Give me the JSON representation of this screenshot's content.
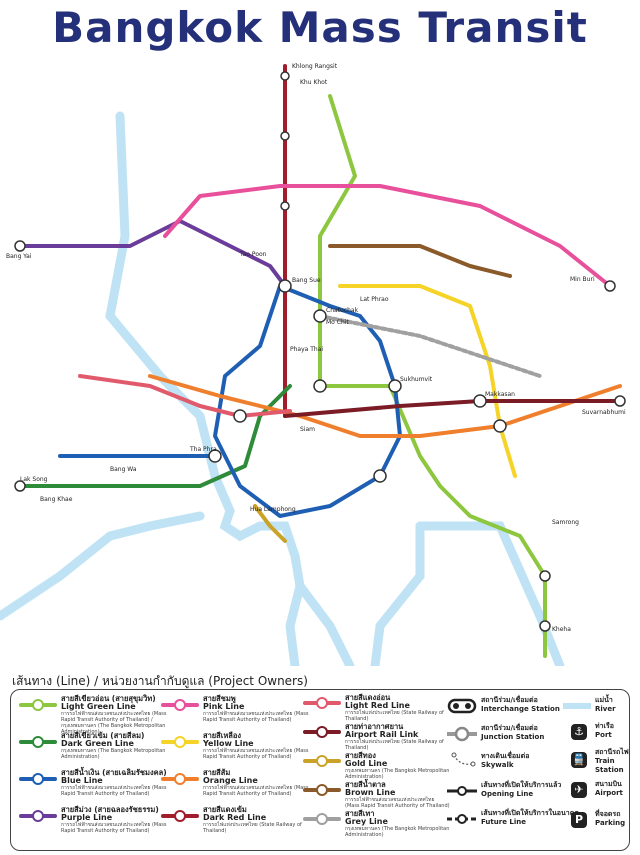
{
  "title": "Bangkok Mass Transit",
  "legend": {
    "heading": "เส้นทาง (Line) / หน่วยงานกำกับดูแล (Project Owners)",
    "lines": [
      {
        "th": "สายสีเขียวอ่อน (สายสุขุมวิท)",
        "en": "Light Green Line",
        "owner": "การรถไฟฟ้าขนส่งมวลชนแห่งประเทศไทย (Mass Rapid Transit Authority of Thailand) / กรุงเทพมหานคร (The Bangkok Metropolitan Administration)",
        "color": "#8dc63f"
      },
      {
        "th": "สายสีเขียวเข้ม (สายสีลม)",
        "en": "Dark Green Line",
        "owner": "กรุงเทพมหานคร (The Bangkok Metropolitan Administration)",
        "color": "#2e8b3a"
      },
      {
        "th": "สายสีน้ำเงิน (สายเฉลิมรัชมงคล)",
        "en": "Blue Line",
        "owner": "การรถไฟฟ้าขนส่งมวลชนแห่งประเทศไทย (Mass Rapid Transit Authority of Thailand)",
        "color": "#1e5fb4"
      },
      {
        "th": "สายสีม่วง (สายฉลองรัชธรรม)",
        "en": "Purple Line",
        "owner": "การรถไฟฟ้าขนส่งมวลชนแห่งประเทศไทย (Mass Rapid Transit Authority of Thailand)",
        "color": "#6a3d9a"
      },
      {
        "th": "สายสีชมพู",
        "en": "Pink Line",
        "owner": "การรถไฟฟ้าขนส่งมวลชนแห่งประเทศไทย (Mass Rapid Transit Authority of Thailand)",
        "color": "#e8509b"
      },
      {
        "th": "สายสีเหลือง",
        "en": "Yellow Line",
        "owner": "การรถไฟฟ้าขนส่งมวลชนแห่งประเทศไทย (Mass Rapid Transit Authority of Thailand)",
        "color": "#f5d327"
      },
      {
        "th": "สายสีส้ม",
        "en": "Orange Line",
        "owner": "การรถไฟฟ้าขนส่งมวลชนแห่งประเทศไทย (Mass Rapid Transit Authority of Thailand)",
        "color": "#f07f2d"
      },
      {
        "th": "สายสีแดงเข้ม",
        "en": "Dark Red Line",
        "owner": "การรถไฟแห่งประเทศไทย (State Railway of Thailand)",
        "color": "#a11d2b"
      },
      {
        "th": "สายสีแดงอ่อน",
        "en": "Light Red Line",
        "owner": "การรถไฟแห่งประเทศไทย (State Railway of Thailand)",
        "color": "#e05a6b"
      },
      {
        "th": "สายท่าอากาศยาน",
        "en": "Airport Rail Link",
        "owner": "การรถไฟแห่งประเทศไทย (State Railway of Thailand)",
        "color": "#7a1b25"
      },
      {
        "th": "สายสีทอง",
        "en": "Gold Line",
        "owner": "กรุงเทพมหานคร (The Bangkok Metropolitan Administration)",
        "color": "#c9a227"
      },
      {
        "th": "สายสีน้ำตาล",
        "en": "Brown Line",
        "owner": "การรถไฟฟ้าขนส่งมวลชนแห่งประเทศไทย (Mass Rapid Transit Authority of Thailand)",
        "color": "#8b5a2b"
      },
      {
        "th": "สายสีเทา",
        "en": "Grey Line",
        "owner": "กรุงเทพมหานคร (The Bangkok Metropolitan Administration)",
        "color": "#a0a0a0"
      }
    ],
    "symbols": {
      "interchange_th": "สถานีร่วม/เชื่อมต่อ",
      "interchange_en": "Interchange Station",
      "junction_th": "สถานีร่วม/เชื่อมต่อ",
      "junction_en": "Junction Station",
      "skywalk_th": "ทางเดินเชื่อมต่อ",
      "skywalk_en": "Skywalk",
      "opening_th": "เส้นทางที่เปิดให้บริการแล้ว",
      "opening_en": "Opening Line",
      "future_th": "เส้นทางที่เปิดให้บริการในอนาคต",
      "future_en": "Future Line",
      "river_th": "แม่น้ำ",
      "river_en": "River",
      "port_th": "ท่าเรือ",
      "port_en": "Port",
      "train_th": "สถานีรถไฟ",
      "train_en": "Train Station",
      "airport_th": "สนามบิน",
      "airport_en": "Airport",
      "parking_th": "ที่จอดรถ",
      "parking_en": "Parking"
    }
  },
  "map_labels": [
    "Khlong Rangsit",
    "Bang Yai",
    "Tao Poon",
    "Bang Sue",
    "Chatuchak",
    "Mo Chit",
    "Lat Phrao",
    "Siam",
    "Sukhumvit",
    "Hua Lamphong",
    "Makkasan",
    "Phaya Thai",
    "Min Buri",
    "Samrong",
    "Bang Wa",
    "Tha Phra",
    "Lak Song",
    "Kheha",
    "Bang Khae",
    "Khu Khot",
    "Suvarnabhumi"
  ]
}
